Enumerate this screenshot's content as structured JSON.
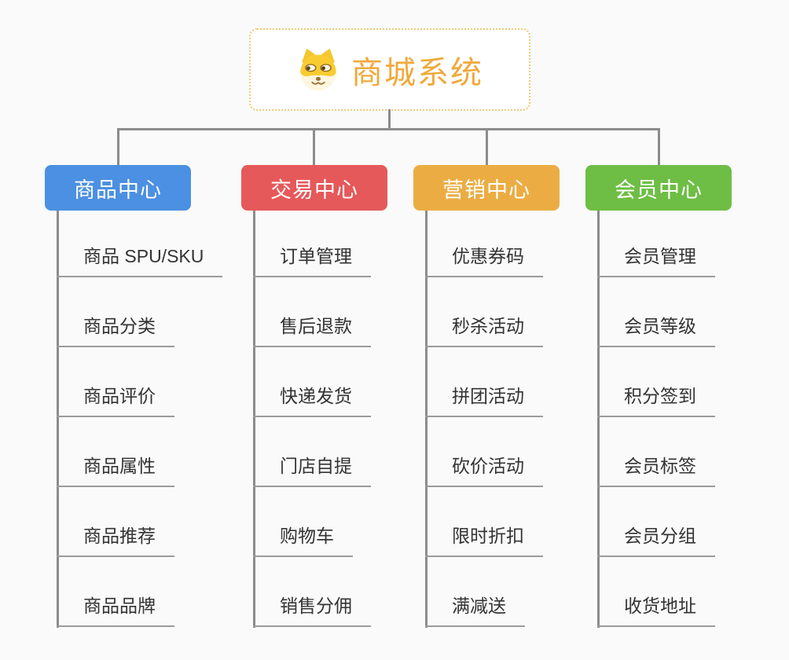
{
  "page": {
    "background_color": "#FAFAFA",
    "connector_color": "#8C8C8C",
    "underline_color": "#9B9B9B"
  },
  "root": {
    "title": "商城系统",
    "icon": "doge-icon",
    "text_color": "#F0A93C",
    "border_color": "#F3C878"
  },
  "branches": [
    {
      "label": "商品中心",
      "color": "#4B90E2",
      "items": [
        "商品 SPU/SKU",
        "商品分类",
        "商品评价",
        "商品属性",
        "商品推荐",
        "商品品牌"
      ]
    },
    {
      "label": "交易中心",
      "color": "#E6595A",
      "items": [
        "订单管理",
        "售后退款",
        "快递发货",
        "门店自提",
        "购物车",
        "销售分佣"
      ]
    },
    {
      "label": "营销中心",
      "color": "#EBAD43",
      "items": [
        "优惠券码",
        "秒杀活动",
        "拼团活动",
        "砍价活动",
        "限时折扣",
        "满减送"
      ]
    },
    {
      "label": "会员中心",
      "color": "#6EBE45",
      "items": [
        "会员管理",
        "会员等级",
        "积分签到",
        "会员标签",
        "会员分组",
        "收货地址"
      ]
    }
  ]
}
